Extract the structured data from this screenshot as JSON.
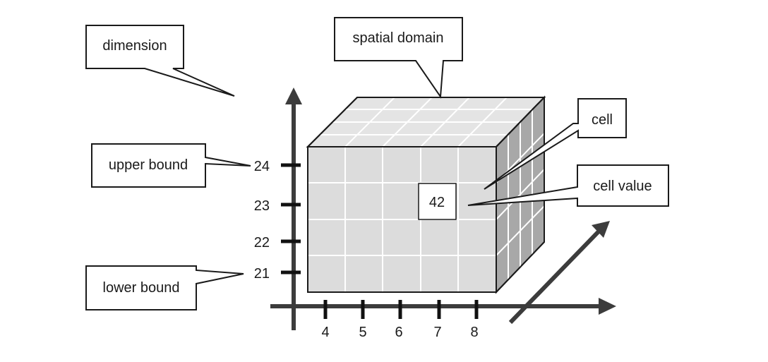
{
  "labels": {
    "dimension": "dimension",
    "spatial_domain": "spatial domain",
    "cell": "cell",
    "cell_value": "cell value",
    "upper_bound": "upper bound",
    "lower_bound": "lower bound"
  },
  "cell_value": "42",
  "y_ticks": [
    "24",
    "23",
    "22",
    "21"
  ],
  "x_ticks": [
    "4",
    "5",
    "6",
    "7",
    "8"
  ],
  "colors": {
    "axis": "#3c3c3c",
    "cube_front": "#dcdcdc",
    "cube_top": "#e4e4e4",
    "cube_side": "#a8a8a8",
    "grid_line": "#ffffff",
    "outline": "#1a1a1a"
  }
}
